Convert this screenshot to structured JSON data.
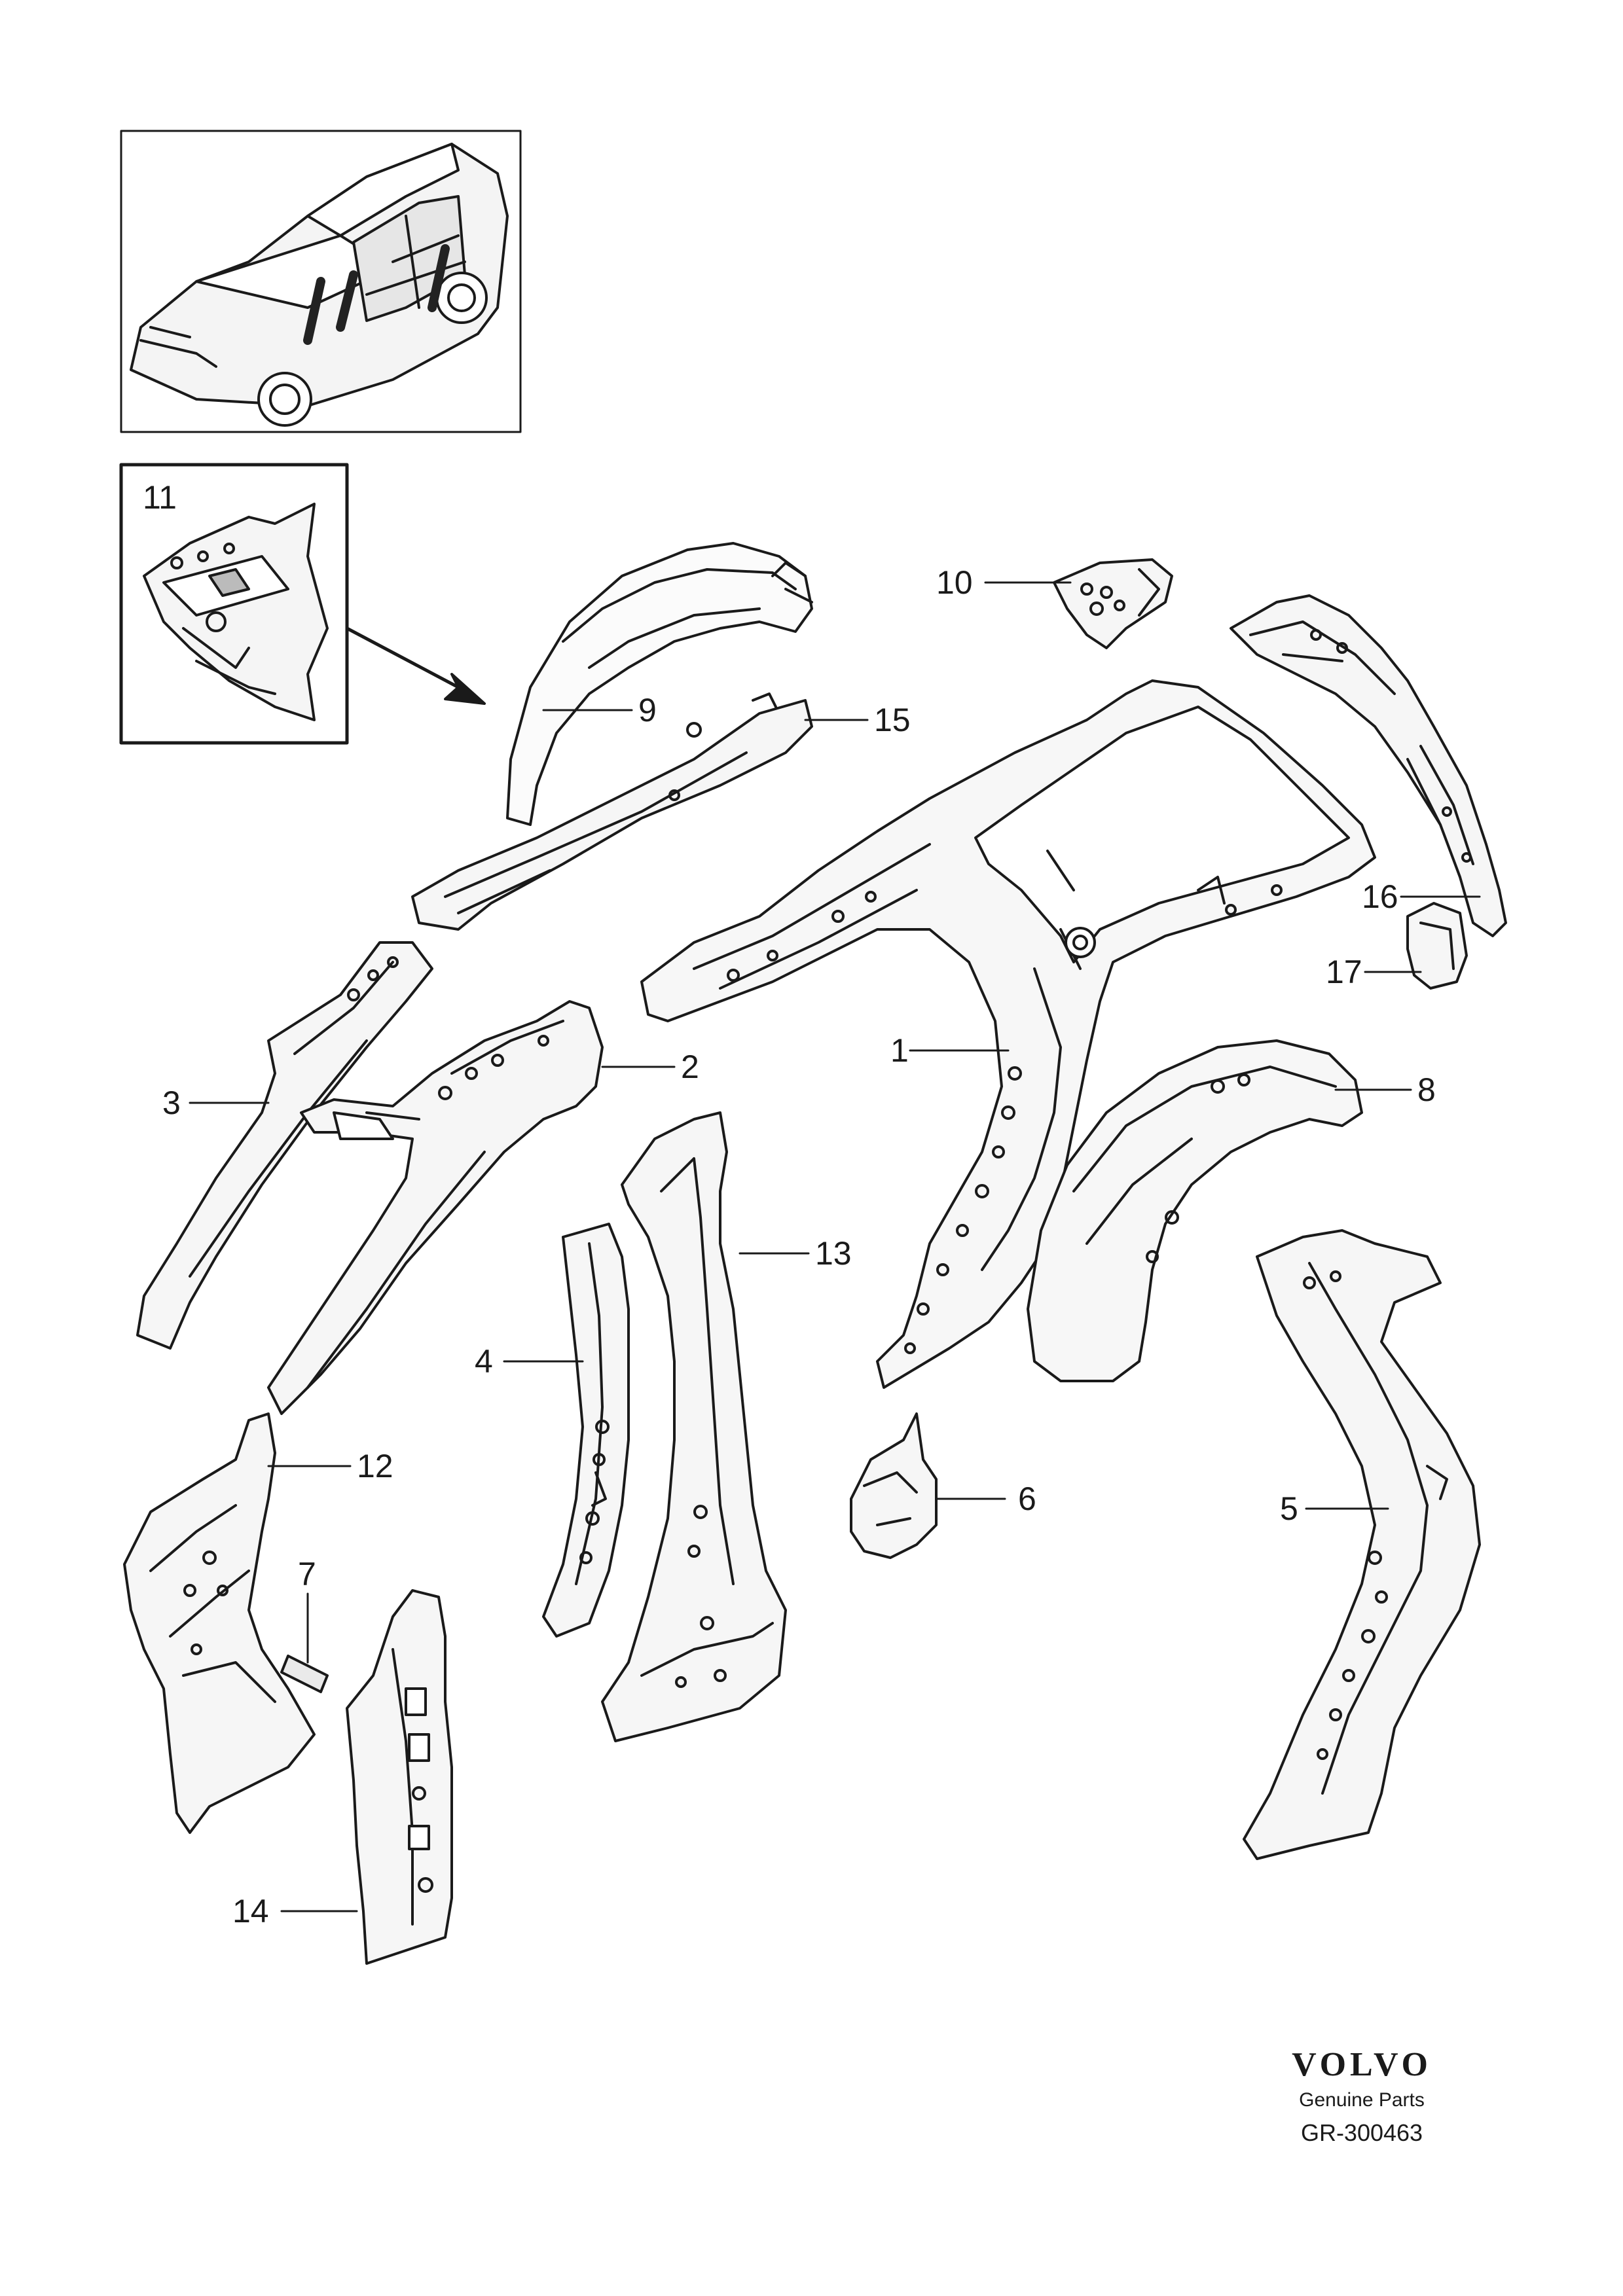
{
  "diagram": {
    "inset_label": "11",
    "callouts": {
      "c1": "1",
      "c2": "2",
      "c3": "3",
      "c4": "4",
      "c5": "5",
      "c6": "6",
      "c7": "7",
      "c8": "8",
      "c9": "9",
      "c10": "10",
      "c12": "12",
      "c13": "13",
      "c14": "14",
      "c15": "15",
      "c16": "16",
      "c17": "17"
    }
  },
  "brand": {
    "logo": "VOLVO",
    "tagline": "Genuine Parts",
    "drawing_code": "GR-300463"
  },
  "colors": {
    "line": "#1a1a1a",
    "background": "#ffffff"
  }
}
